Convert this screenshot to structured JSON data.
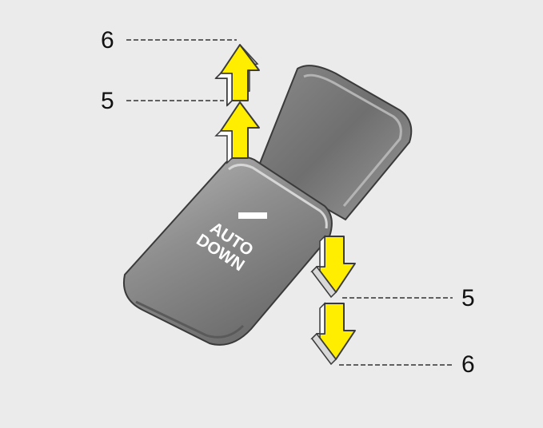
{
  "switch": {
    "line1": "AUTO",
    "line2": "DOWN",
    "body_color": "#8c8c8c",
    "marking_color": "#ffffff"
  },
  "arrows": {
    "fill": "#ffee00",
    "stroke": "#3a3a3a",
    "up_icon": "arrow-up-icon",
    "down_icon": "arrow-down-icon"
  },
  "callouts": {
    "up_first": "6",
    "up_second": "5",
    "down_first": "5",
    "down_second": "6"
  }
}
